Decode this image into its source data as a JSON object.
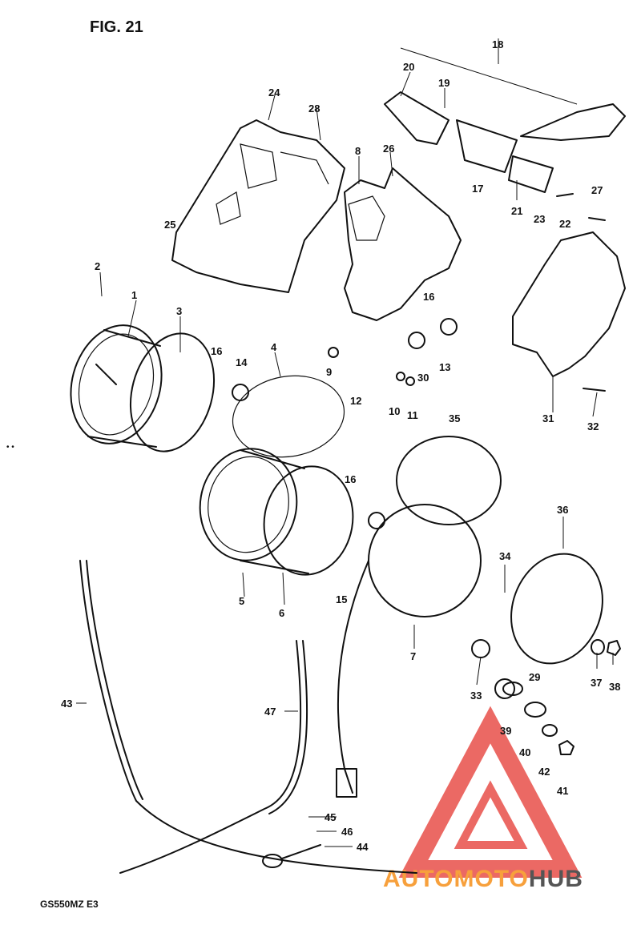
{
  "figure": {
    "title": "FIG. 21",
    "model_code": "GS550MZ  E3"
  },
  "callouts": [
    "1",
    "2",
    "3",
    "4",
    "5",
    "6",
    "7",
    "8",
    "9",
    "10",
    "11",
    "12",
    "13",
    "14",
    "15",
    "16",
    "16",
    "16",
    "17",
    "18",
    "19",
    "20",
    "21",
    "22",
    "23",
    "24",
    "25",
    "26",
    "27",
    "28",
    "29",
    "30",
    "31",
    "32",
    "33",
    "34",
    "35",
    "36",
    "37",
    "38",
    "39",
    "40",
    "41",
    "42",
    "43",
    "44",
    "45",
    "46",
    "47"
  ],
  "watermark": {
    "brand_part1": "AUTOMOTO",
    "brand_part2": "HUB",
    "primary_color": "#e8504a",
    "secondary_color": "#f7a03c",
    "dark_color": "#555555"
  }
}
